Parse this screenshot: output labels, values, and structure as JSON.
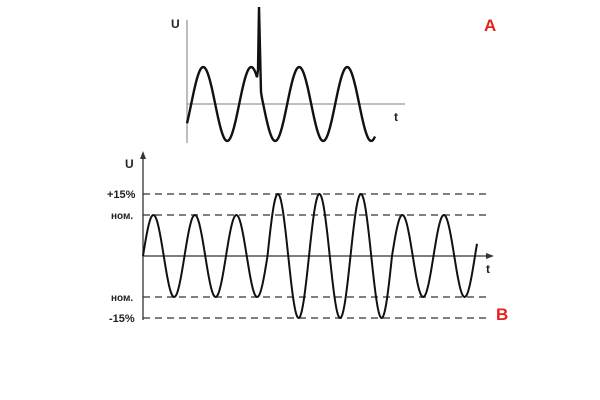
{
  "diagram_a": {
    "panel_label": "A",
    "y_axis_label": "U",
    "x_axis_label": "t",
    "accent_color": "#e8211f"
  },
  "diagram_b": {
    "panel_label": "B",
    "y_axis_label": "U",
    "x_axis_label": "t",
    "levels": {
      "plus15": "+15%",
      "nom_upper": "ном.",
      "nom_lower": "ном.",
      "minus15": "-15%"
    },
    "accent_color": "#e8211f"
  }
}
